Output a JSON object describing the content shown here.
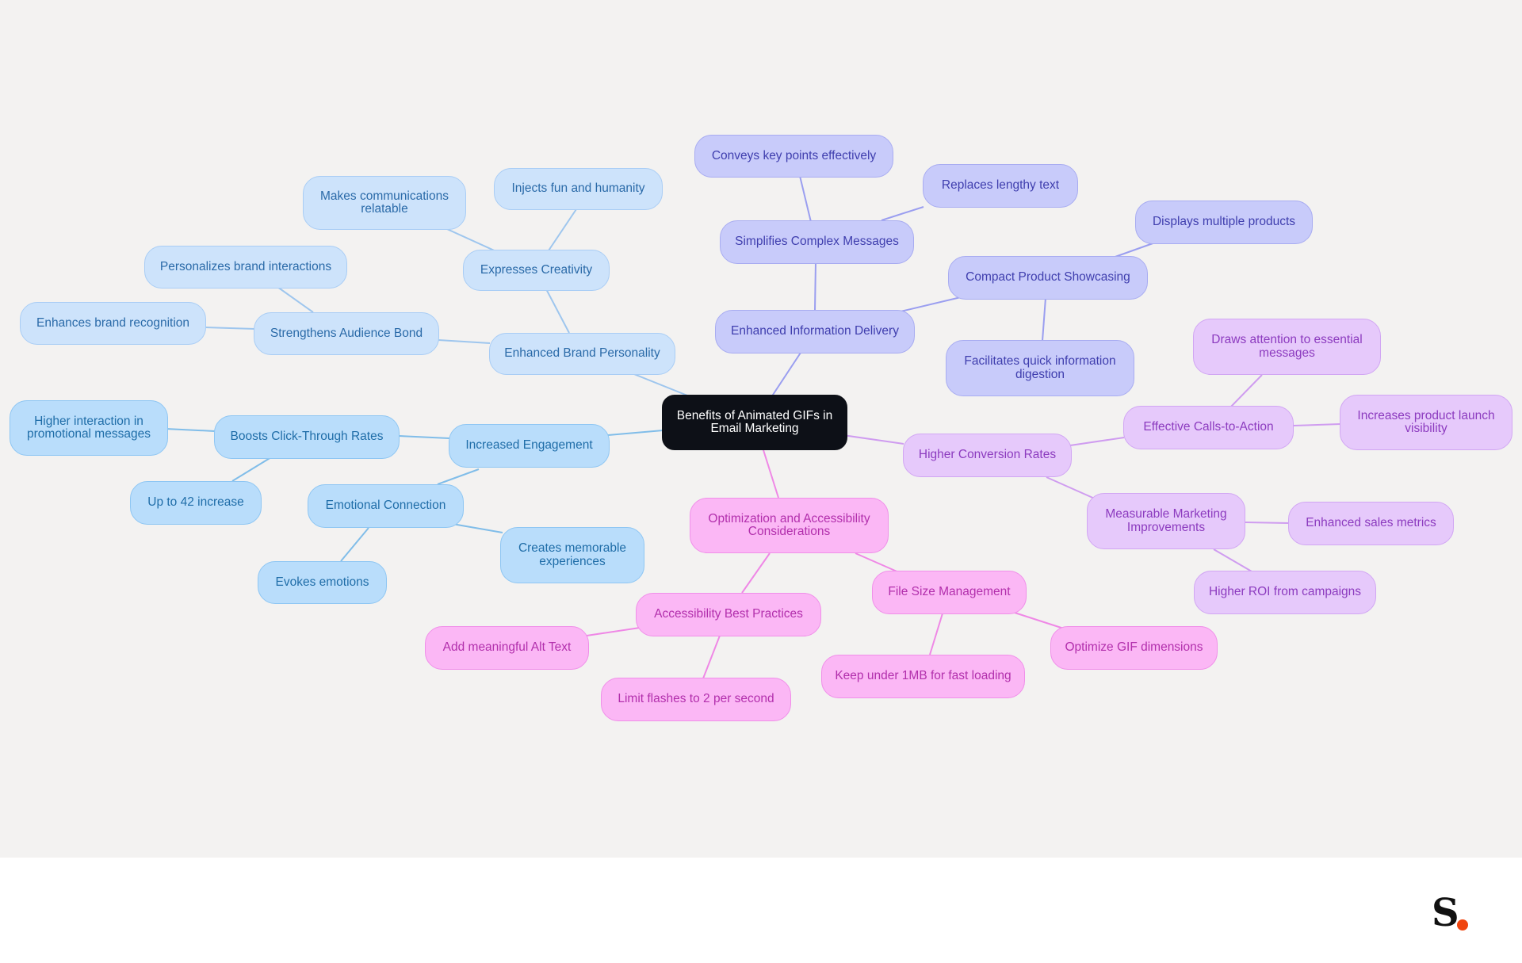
{
  "mindmap": {
    "root": "Benefits of Animated GIFs in Email Marketing",
    "branches": [
      {
        "label": "Enhanced Brand Personality",
        "children": [
          {
            "label": "Expresses Creativity",
            "children": [
              "Makes communications relatable",
              "Injects fun and humanity"
            ]
          },
          {
            "label": "Strengthens Audience Bond",
            "children": [
              "Personalizes brand interactions",
              "Enhances brand recognition"
            ]
          }
        ]
      },
      {
        "label": "Increased Engagement",
        "children": [
          {
            "label": "Boosts Click-Through Rates",
            "children": [
              "Higher interaction in promotional messages",
              "Up to 42 increase"
            ]
          },
          {
            "label": "Emotional Connection",
            "children": [
              "Creates memorable experiences",
              "Evokes emotions"
            ]
          }
        ]
      },
      {
        "label": "Enhanced Information Delivery",
        "children": [
          {
            "label": "Simplifies Complex Messages",
            "children": [
              "Conveys key points effectively",
              "Replaces lengthy text"
            ]
          },
          {
            "label": "Compact Product Showcasing",
            "children": [
              "Displays multiple products",
              "Facilitates quick information digestion"
            ]
          }
        ]
      },
      {
        "label": "Higher Conversion Rates",
        "children": [
          {
            "label": "Effective Calls-to-Action",
            "children": [
              "Draws attention to essential messages",
              "Increases product launch visibility"
            ]
          },
          {
            "label": "Measurable Marketing Improvements",
            "children": [
              "Enhanced sales metrics",
              "Higher ROI from campaigns"
            ]
          }
        ]
      },
      {
        "label": "Optimization and Accessibility Considerations",
        "children": [
          {
            "label": "Accessibility Best Practices",
            "children": [
              "Add meaningful Alt Text",
              "Limit flashes to 2 per second"
            ]
          },
          {
            "label": "File Size Management",
            "children": [
              "Optimize GIF dimensions",
              "Keep under 1MB for fast loading"
            ]
          }
        ]
      }
    ]
  },
  "colors": {
    "map_background": "#f3f2f1",
    "page_background": "#ffffff",
    "root": "#0d1017",
    "light_blue": "#cde3fb",
    "mid_blue": "#b9ddfb",
    "indigo": "#c8cbfa",
    "purple": "#e6c9fb",
    "pink": "#fbb7f5",
    "logo_accent": "#f0440e"
  },
  "logo": {
    "text": "S"
  }
}
